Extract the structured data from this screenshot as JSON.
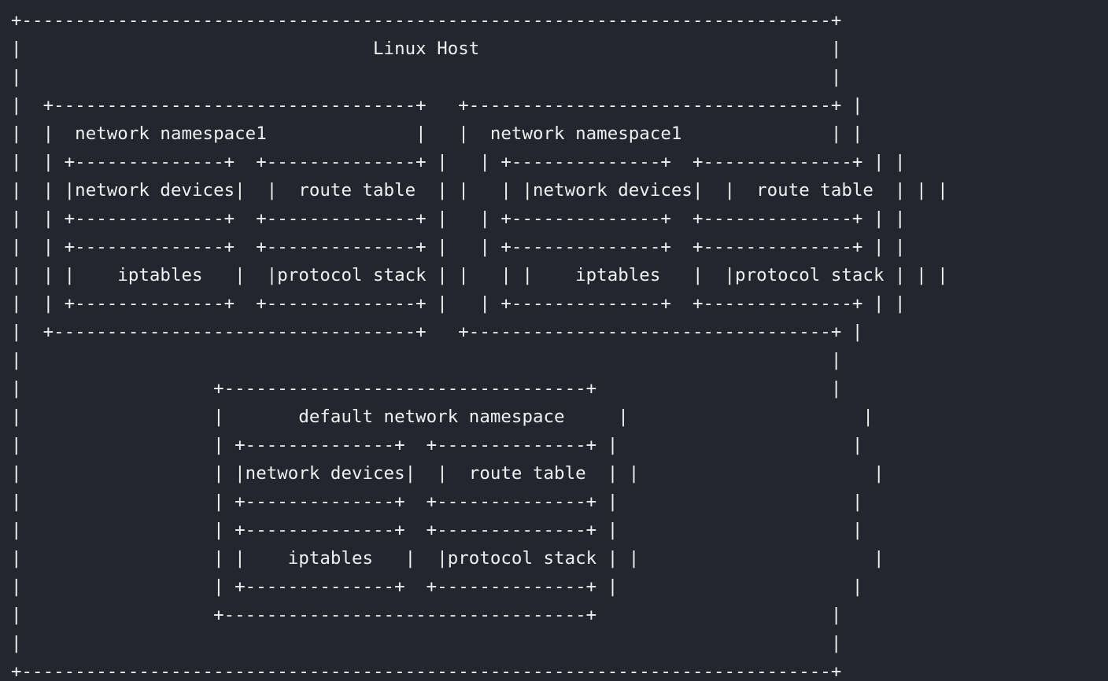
{
  "diagram": {
    "lines": [
      "+----------------------------------------------------------------------------+",
      "|                                 Linux Host                                 |",
      "|                                                                            |",
      "|  +----------------------------------+   +----------------------------------+ |",
      "|  |  network namespace1              |   |  network namespace1              | |",
      "|  | +--------------+  +--------------+ |   | +--------------+  +--------------+ | |",
      "|  | |network devices|  |  route table  | |   | |network devices|  |  route table  | | |",
      "|  | +--------------+  +--------------+ |   | +--------------+  +--------------+ | |",
      "|  | +--------------+  +--------------+ |   | +--------------+  +--------------+ | |",
      "|  | |    iptables   |  |protocol stack | |   | |    iptables   |  |protocol stack | | |",
      "|  | +--------------+  +--------------+ |   | +--------------+  +--------------+ | |",
      "|  +----------------------------------+   +----------------------------------+ |",
      "|                                                                            |",
      "|                  +----------------------------------+                      |",
      "|                  |       default network namespace     |                      |",
      "|                  | +--------------+  +--------------+ |                      |",
      "|                  | |network devices|  |  route table  | |                      |",
      "|                  | +--------------+  +--------------+ |                      |",
      "|                  | +--------------+  +--------------+ |                      |",
      "|                  | |    iptables   |  |protocol stack | |                      |",
      "|                  | +--------------+  +--------------+ |                      |",
      "|                  +----------------------------------+                      |",
      "|                                                                            |",
      "+----------------------------------------------------------------------------+"
    ]
  }
}
